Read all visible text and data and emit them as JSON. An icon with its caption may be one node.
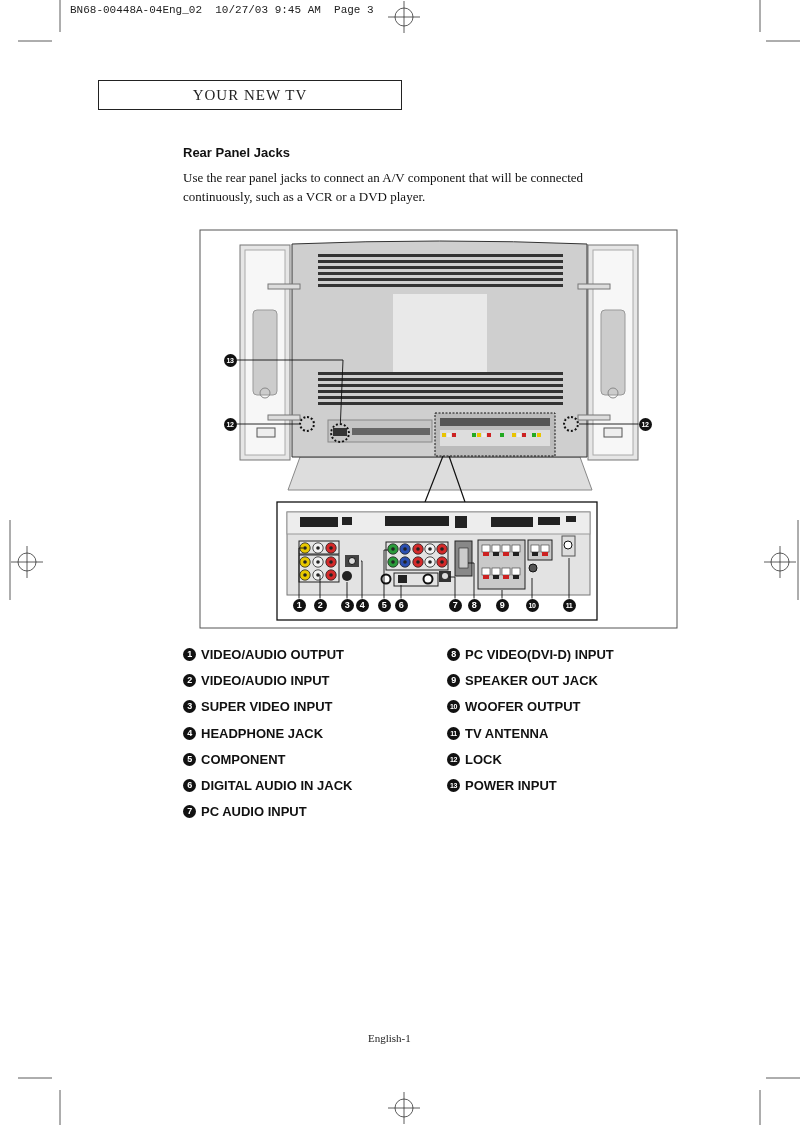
{
  "diagram": {
    "title": "Rear Panel Jacks",
    "nodes": [
      {
        "text": [
          "13"
        ]
      },
      {
        "text": [],
        "shape": "circle"
      },
      {
        "text": [
          "12"
        ]
      },
      {
        "text": [],
        "shape": "circle"
      },
      {
        "text": [],
        "shape": "circle"
      },
      {
        "text": [
          "12"
        ]
      },
      {
        "text": [
          "1"
        ]
      },
      {
        "text": [
          "2"
        ]
      },
      {
        "text": [
          "3"
        ]
      },
      {
        "text": [
          "4"
        ]
      },
      {
        "text": [
          "5"
        ]
      },
      {
        "text": [
          "6"
        ]
      },
      {
        "text": [
          "7"
        ]
      },
      {
        "text": [
          "8"
        ]
      },
      {
        "text": [
          "9"
        ]
      },
      {
        "text": [
          "10"
        ]
      },
      {
        "text": [
          "11"
        ]
      },
      {
        "text": [
          "1"
        ],
        "beside": [
          "VIDEO/AUDIO OUTPUT"
        ]
      },
      {
        "text": [
          "2"
        ],
        "beside": [
          "VIDEO/AUDIO INPUT"
        ]
      },
      {
        "text": [
          "3"
        ],
        "beside": [
          "SUPER VIDEO INPUT"
        ]
      },
      {
        "text": [
          "4"
        ],
        "beside": [
          "HEADPHONE JACK"
        ]
      },
      {
        "text": [
          "5"
        ],
        "beside": [
          "COMPONENT"
        ]
      },
      {
        "text": [
          "6"
        ],
        "beside": [
          "DIGITAL AUDIO IN JACK"
        ]
      },
      {
        "text": [
          "7"
        ],
        "beside": [
          "PC AUDIO INPUT"
        ]
      },
      {
        "text": [
          "8"
        ],
        "beside": [
          "PC VIDEO(DVI-D) INPUT"
        ]
      },
      {
        "text": [
          "9"
        ],
        "beside": [
          "SPEAKER OUT JACK"
        ]
      },
      {
        "text": [
          "10"
        ],
        "beside": [
          "WOOFER OUTPUT"
        ]
      },
      {
        "text": [
          "11"
        ],
        "beside": [
          "TV ANTENNA"
        ]
      },
      {
        "text": [
          "12"
        ],
        "beside": [
          "LOCK"
        ]
      },
      {
        "text": [
          "13"
        ],
        "beside": [
          "POWER INPUT"
        ]
      }
    ],
    "edges": [
      {
        "from": 0,
        "to": 1,
        "arrow": "none"
      },
      {
        "from": 2,
        "to": 3,
        "arrow": "none"
      },
      {
        "from": 5,
        "to": 4,
        "arrow": "none"
      },
      {
        "from": 6,
        "to": null,
        "arrow": "none"
      },
      {
        "from": 7,
        "to": null,
        "arrow": "none"
      },
      {
        "from": 8,
        "to": null,
        "arrow": "none"
      },
      {
        "from": 9,
        "to": null,
        "arrow": "none"
      },
      {
        "from": 10,
        "to": null,
        "arrow": "none"
      },
      {
        "from": 11,
        "to": null,
        "arrow": "none"
      },
      {
        "from": 12,
        "to": null,
        "arrow": "none"
      },
      {
        "from": 13,
        "to": null,
        "arrow": "none"
      },
      {
        "from": 14,
        "to": null,
        "arrow": "none"
      },
      {
        "from": 15,
        "to": null,
        "arrow": "none"
      },
      {
        "from": 16,
        "to": null,
        "arrow": "none"
      }
    ],
    "labels": [
      "BN68-00448A-04Eng_02  10/27/03 9:45 AM  Page 3",
      "YOUR NEW TV",
      "Use the rear panel jacks to connect an A/V component that will be connected continuously, such as a VCR or a DVD player.",
      "English-1"
    ]
  }
}
